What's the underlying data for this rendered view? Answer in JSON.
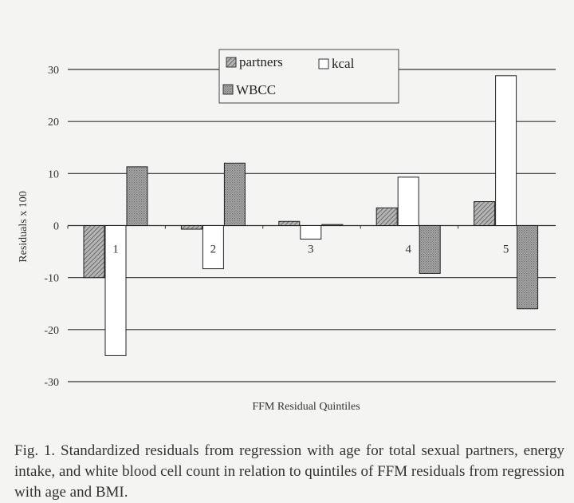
{
  "chart_data": {
    "type": "bar",
    "categories": [
      "1",
      "2",
      "3",
      "4",
      "5"
    ],
    "series": [
      {
        "name": "partners",
        "values": [
          -10,
          -0.7,
          0.8,
          3.4,
          4.6
        ],
        "color": "#8a8a8a",
        "pattern": "diagonal-hatch"
      },
      {
        "name": "kcal",
        "values": [
          -25,
          -8.3,
          -2.6,
          9.3,
          28.8
        ],
        "color": "#ffffff",
        "pattern": "none"
      },
      {
        "name": "WBCC",
        "values": [
          11.3,
          12.0,
          0.2,
          -9.2,
          -16.0
        ],
        "color": "#999999",
        "pattern": "stipple"
      }
    ],
    "xlabel": "FFM Residual Quintiles",
    "ylabel": "Residuals x 100",
    "ylim": [
      -30,
      30
    ],
    "yticks": [
      30,
      20,
      10,
      0,
      -10,
      -20,
      -30
    ],
    "ytick_labels": [
      "30",
      "20",
      "10",
      "0",
      "-10",
      "-20",
      "-30"
    ],
    "grid": true,
    "legend_position": "top-center"
  },
  "caption": "Fig. 1. Standardized residuals from regression with age for total sexual partners, energy intake, and white blood cell count in relation to quintiles of FFM residuals from regression with age and BMI."
}
